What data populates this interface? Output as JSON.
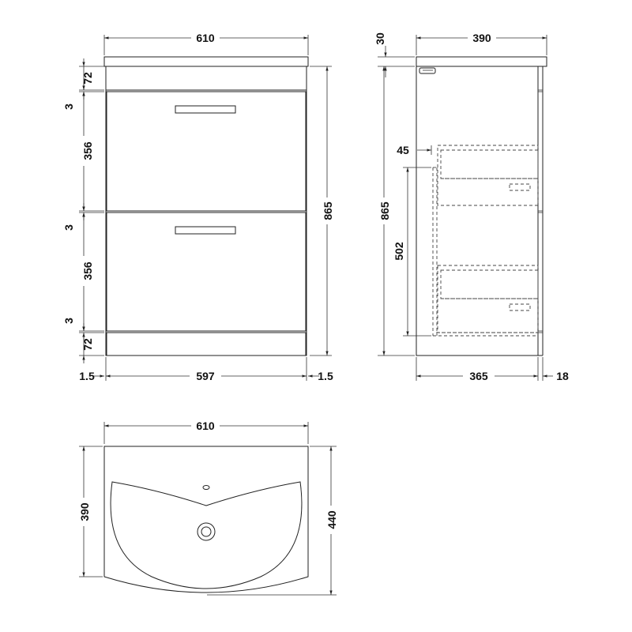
{
  "front_view": {
    "overall_width": "610",
    "carcass_width": "597",
    "side_gap_left": "1.5",
    "side_gap_right": "1.5",
    "overall_height": "865",
    "top_rail": "72",
    "gap_upper": "3",
    "drawer_upper": "356",
    "gap_middle": "3",
    "drawer_lower": "356",
    "gap_lower": "3",
    "plinth": "72"
  },
  "side_view": {
    "overall_depth": "390",
    "basin_thickness": "30",
    "overall_height": "865",
    "drawer_offset": "45",
    "drawer_box_height": "502",
    "carcass_depth": "365",
    "front_thickness": "18"
  },
  "top_view": {
    "overall_width": "610",
    "depth_sides": "390",
    "depth_centre": "440"
  }
}
